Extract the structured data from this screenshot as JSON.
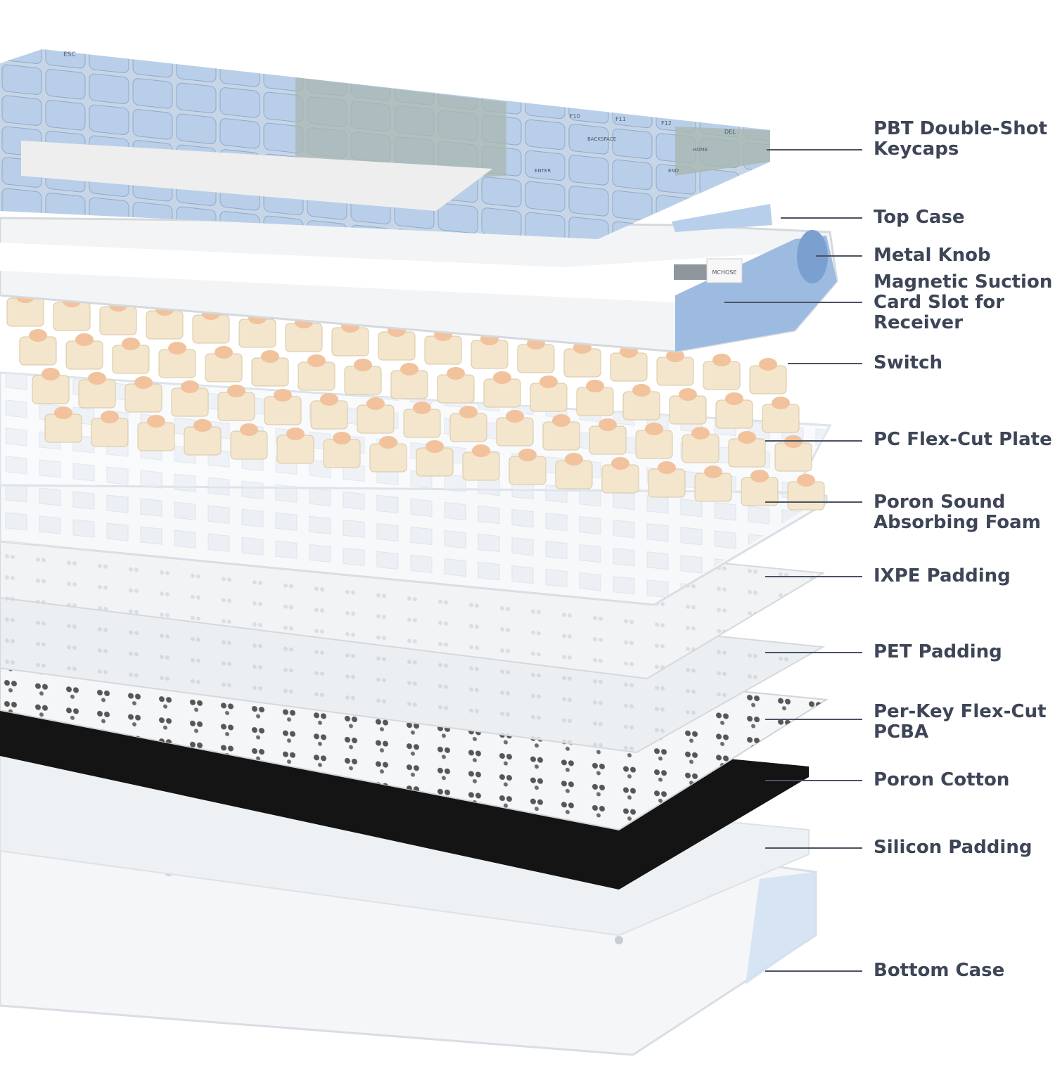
{
  "title": "Exploded keyboard layer diagram",
  "labels": {
    "keycaps": "PBT Double-Shot\nKeycaps",
    "top_case": "Top Case",
    "metal_knob": "Metal Knob",
    "card_slot": "Magnetic Suction\nCard Slot for\nReceiver",
    "switch": "Switch",
    "plate": "PC Flex-Cut Plate",
    "foam": "Poron Sound\nAbsorbing Foam",
    "ixpe": "IXPE Padding",
    "pet": "PET Padding",
    "pcba": "Per-Key Flex-Cut\nPCBA",
    "poron_cotton": "Poron Cotton",
    "silicon": "Silicon Padding",
    "bottom_case": "Bottom Case"
  },
  "keycap_legends": [
    "ESC",
    "F10",
    "F11",
    "F12",
    "DEL",
    "BACKSPACE",
    "HOME",
    "ENTER",
    "END"
  ],
  "receiver_brand": "MCHOSE",
  "colors": {
    "label_text": "#3d4556",
    "keycap_blue": "#a9c3e3",
    "keycap_sage": "#a9b7b0",
    "accent_blue": "#8fb0d8",
    "switch_cream": "#f3e6cc",
    "switch_stem": "#f2c29c",
    "poron_black": "#141414"
  }
}
